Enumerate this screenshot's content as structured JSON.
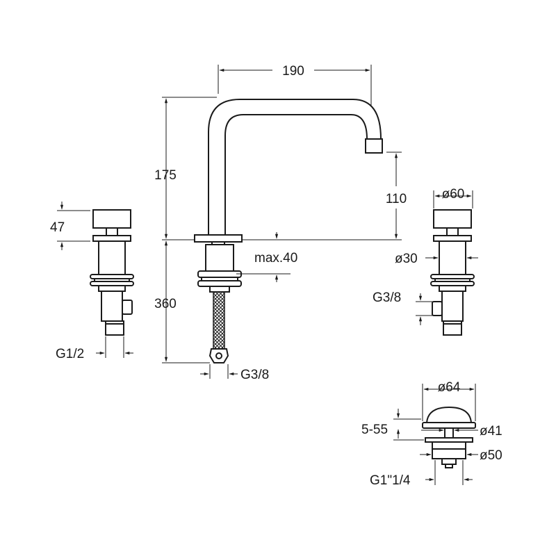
{
  "dimensions": {
    "spout_reach": "190",
    "spout_height": "175",
    "outlet_height": "110",
    "handle_height": "47",
    "handle_diameter": "ø60",
    "body_diameter": "ø30",
    "max_deck": "max.40",
    "hose_length": "360",
    "inlet_left": "G1/2",
    "hose_thread": "G3/8",
    "inlet_right": "G3/8",
    "drain_cap_diameter": "ø64",
    "drain_range": "5-55",
    "drain_body_diameter": "ø41",
    "drain_flange_diameter": "ø50",
    "drain_thread": "G1\"1/4"
  }
}
